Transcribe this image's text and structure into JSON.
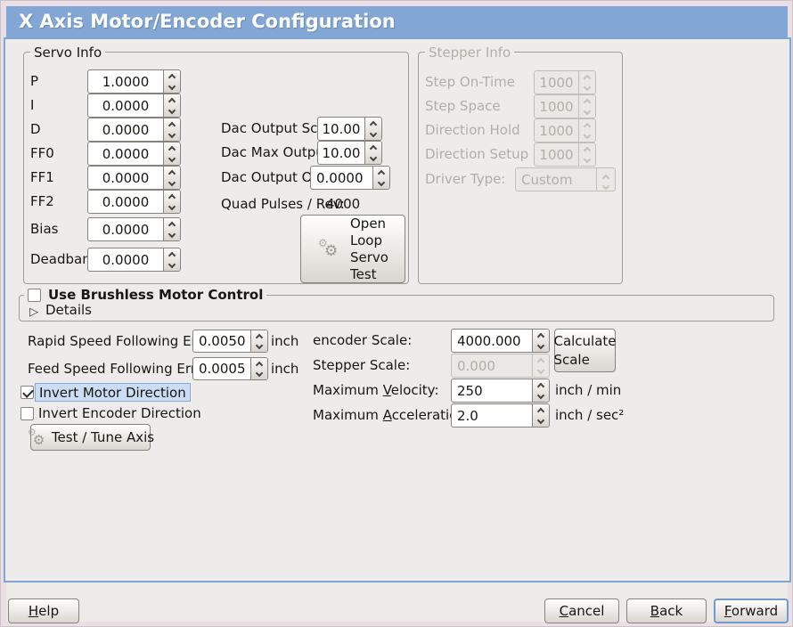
{
  "title": "X Axis Motor/Encoder Configuration",
  "colors": {
    "banner": "#82a7d6",
    "panel_border": "#7ea5d4",
    "highlight_bg": "#cbddf4",
    "highlight_border": "#86a9d6",
    "window_bg": "#edecea"
  },
  "icons": {
    "gear": "⚙",
    "expander": "▷"
  },
  "servo_info": {
    "title": "Servo Info",
    "fields": [
      {
        "label": "P",
        "value": "1.0000"
      },
      {
        "label": "I",
        "value": "0.0000"
      },
      {
        "label": "D",
        "value": "0.0000"
      },
      {
        "label": "FF0",
        "value": "0.0000"
      },
      {
        "label": "FF1",
        "value": "0.0000"
      },
      {
        "label": "FF2",
        "value": "0.0000"
      },
      {
        "label": "Bias",
        "value": "0.0000"
      },
      {
        "label": "Deadband",
        "value": "0.0000"
      }
    ]
  },
  "dac": {
    "rows": [
      {
        "label": "Dac Output Scale:",
        "value": "10.00"
      },
      {
        "label": "Dac Max Output:",
        "value": "10.00"
      },
      {
        "label": "Dac Output Offset:",
        "value": "0.0000"
      }
    ],
    "quad_label": "Quad Pulses / Rev:",
    "quad_value": "4000",
    "open_loop_button": "Open\nLoop\nServo\nTest"
  },
  "stepper_info": {
    "title": "Stepper Info",
    "fields": [
      {
        "label": "Step On-Time",
        "value": "1000"
      },
      {
        "label": "Step Space",
        "value": "1000"
      },
      {
        "label": "Direction Hold",
        "value": "1000"
      },
      {
        "label": "Direction Setup",
        "value": "1000"
      }
    ],
    "driver_label": "Driver Type:",
    "driver_value": "Custom"
  },
  "brushless": {
    "label": "Use Brushless Motor Control",
    "details": "Details"
  },
  "follow": {
    "rapid_label": "Rapid Speed Following Error:",
    "rapid_value": "0.0050",
    "rapid_unit": "inch",
    "feed_label": "Feed Speed Following Error:",
    "feed_value": "0.0005",
    "feed_unit": "inch"
  },
  "invert": {
    "motor_label": "Invert Motor Direction",
    "encoder_label": "Invert Encoder Direction"
  },
  "buttons": {
    "test_tune": "Test / Tune Axis",
    "calculate": "Calculate\nScale"
  },
  "scale": {
    "encoder_label": "encoder Scale:",
    "encoder_value": "4000.000",
    "stepper_label": "Stepper Scale:",
    "stepper_value": "0.000",
    "vel_pre": "Maximum ",
    "vel_mn": "V",
    "vel_post": "elocity:",
    "vel_value": "250",
    "vel_unit": "inch / min",
    "acc_pre": "Maximum ",
    "acc_mn": "A",
    "acc_post": "cceleration:",
    "acc_value": "2.0",
    "acc_unit": "inch / sec²"
  },
  "footer": {
    "help": {
      "mn": "H",
      "rest": "elp"
    },
    "cancel": {
      "mn": "C",
      "rest": "ancel"
    },
    "back": {
      "mn": "B",
      "rest": "ack"
    },
    "forward": {
      "mn": "F",
      "rest": "orward"
    }
  }
}
